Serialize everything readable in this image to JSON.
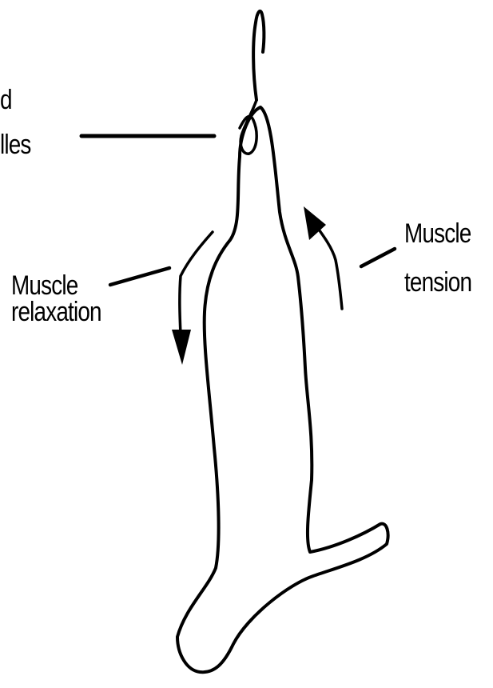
{
  "labels": {
    "hook_line1": "d",
    "hook_line2": "lles",
    "relaxation_line1": "Muscle",
    "relaxation_line2": "relaxation",
    "tension_line1": "Muscle",
    "tension_line2": "tension"
  },
  "colors": {
    "ink": "#000000",
    "background": "#ffffff"
  }
}
